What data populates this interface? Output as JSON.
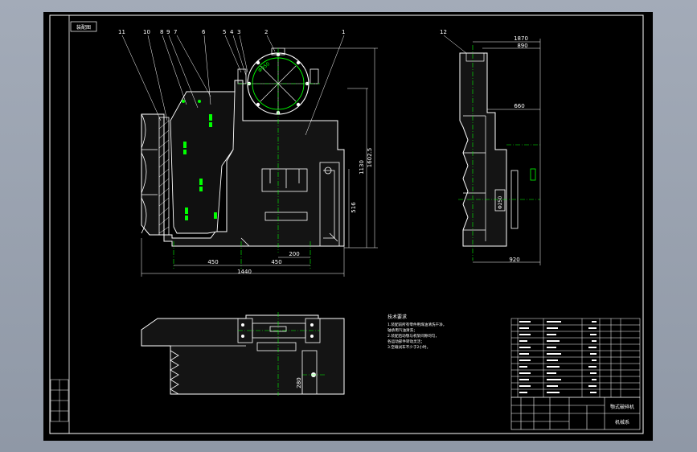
{
  "colors": {
    "background_outer": "#9aa3b1",
    "paper": "#000000",
    "frame": "#ffffff",
    "outline": "#ffffff",
    "dimension": "#00ff00",
    "centerline": "#00ff00",
    "hatch": "#ffffff",
    "part_fill": "#1a1a1a"
  },
  "drawing": {
    "corner_label": "装配图",
    "balloons": [
      "11",
      "10",
      "8",
      "9",
      "7",
      "6",
      "5",
      "4",
      "3",
      "2",
      "1",
      "12"
    ],
    "front_view": {
      "overall_height": "1602.5",
      "height_1130": "1130",
      "height_516": "516",
      "dim_450_left": "450",
      "dim_450_right": "450",
      "dim_200": "200",
      "overall_width": "1440",
      "wheel_dim": "Φ950"
    },
    "side_view": {
      "dim_1870": "1870",
      "dim_890": "890",
      "dim_660": "660",
      "dim_920": "920",
      "dim_bore": "Φ250"
    },
    "plan_view": {
      "dim_280": "280"
    },
    "tech_requirements": {
      "title": "技术要求",
      "lines": [
        "1.装配前所有零件用煤油清洗干净，",
        "  轴承用汽油清洗；",
        "2.装配后动颚与机架间隙均匀，",
        "  各运动部件转动灵活；",
        "3.空载试车不少于2小时。"
      ]
    },
    "title_block": {
      "drawing_name": "颚式破碎机",
      "company": "机械系"
    }
  }
}
